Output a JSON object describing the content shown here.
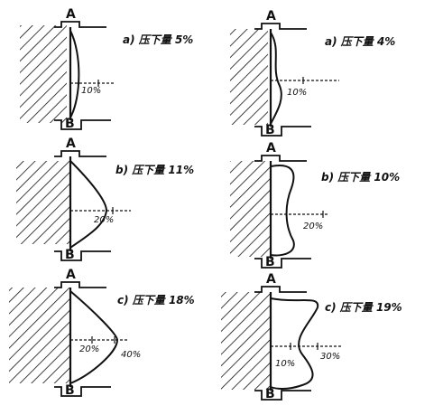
{
  "panels": [
    {
      "id": "left-1",
      "top_label": "A",
      "bottom_label": "B",
      "caption": "a) 压下量 5%",
      "ticks": [
        "10%"
      ]
    },
    {
      "id": "right-1",
      "top_label": "A",
      "bottom_label": "B",
      "caption": "a) 压下量 4%",
      "ticks": [
        "10%"
      ]
    },
    {
      "id": "left-2",
      "top_label": "A",
      "bottom_label": "B",
      "caption": "b) 压下量 11%",
      "ticks": [
        "20%"
      ]
    },
    {
      "id": "right-2",
      "top_label": "A",
      "bottom_label": "B",
      "caption": "b) 压下量 10%",
      "ticks": [
        "20%"
      ]
    },
    {
      "id": "left-3",
      "top_label": "A",
      "bottom_label": "B",
      "caption": "c) 压下量 18%",
      "ticks": [
        "20%",
        "40%"
      ]
    },
    {
      "id": "right-3",
      "top_label": "A",
      "bottom_label": "B",
      "caption": "c) 压下量 19%",
      "ticks": [
        "10%",
        "30%"
      ]
    }
  ]
}
